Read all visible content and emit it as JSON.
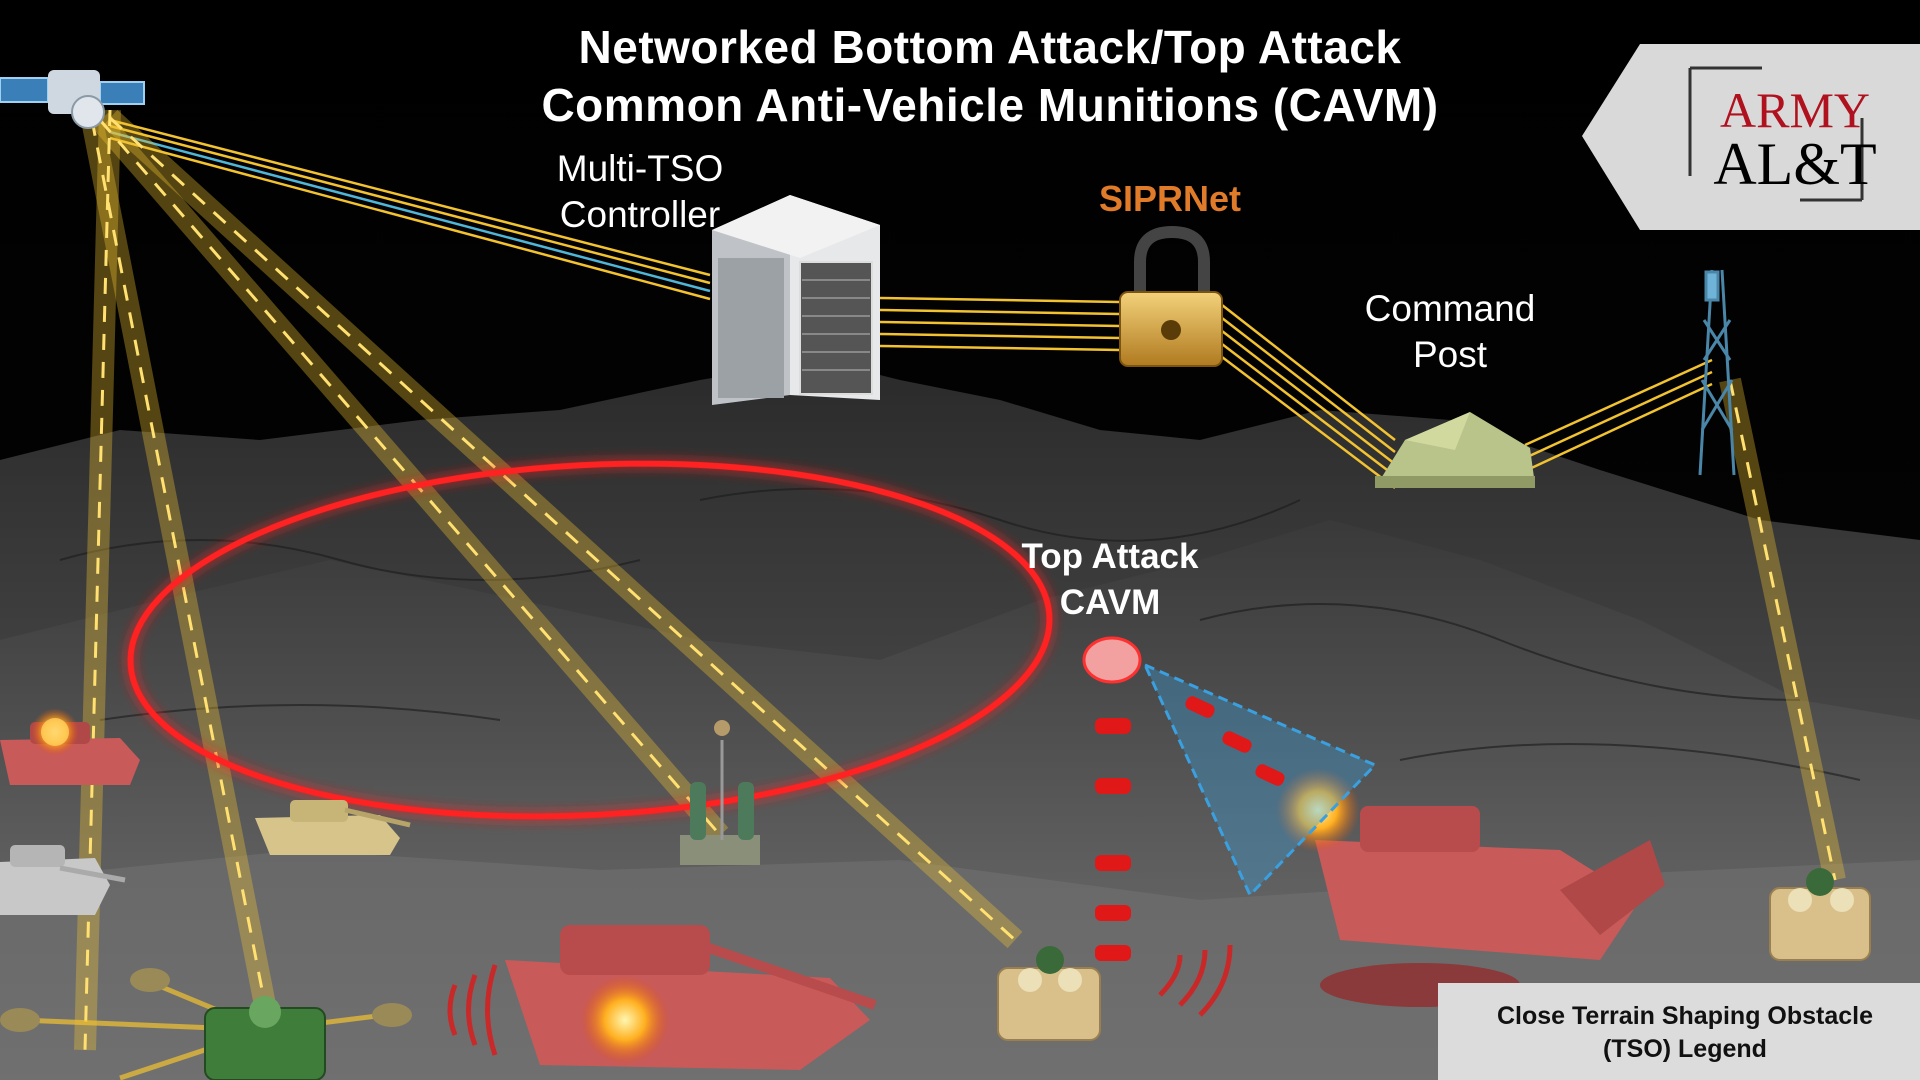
{
  "title_line1": "Networked Bottom Attack/Top Attack",
  "title_line2": "Common Anti-Vehicle Munitions (CAVM)",
  "labels": {
    "controller_line1": "Multi-TSO",
    "controller_line2": "Controller",
    "siprnet": "SIPRNet",
    "command_line1": "Command",
    "command_line2": "Post",
    "top_attack_line1": "Top Attack",
    "top_attack_line2": "CAVM"
  },
  "logo": {
    "line1": "ARMY",
    "line2": "AL&T"
  },
  "legend": {
    "line1": "Close Terrain Shaping Obstacle",
    "line2": "(TSO) Legend"
  },
  "colors": {
    "link": "#f2c230",
    "alert_ring": "#ff2020",
    "siprnet_text": "#e07b2a",
    "enemy_vehicle": "#c85a5a",
    "tso_unit": "#d9c08a",
    "sensor_cone": "#3aa0e0"
  },
  "icons": [
    "satellite-icon",
    "server-rack-icon",
    "padlock-icon",
    "tent-icon",
    "radio-tower-icon",
    "tank-icon",
    "tso-munition-icon",
    "fire-icon"
  ]
}
